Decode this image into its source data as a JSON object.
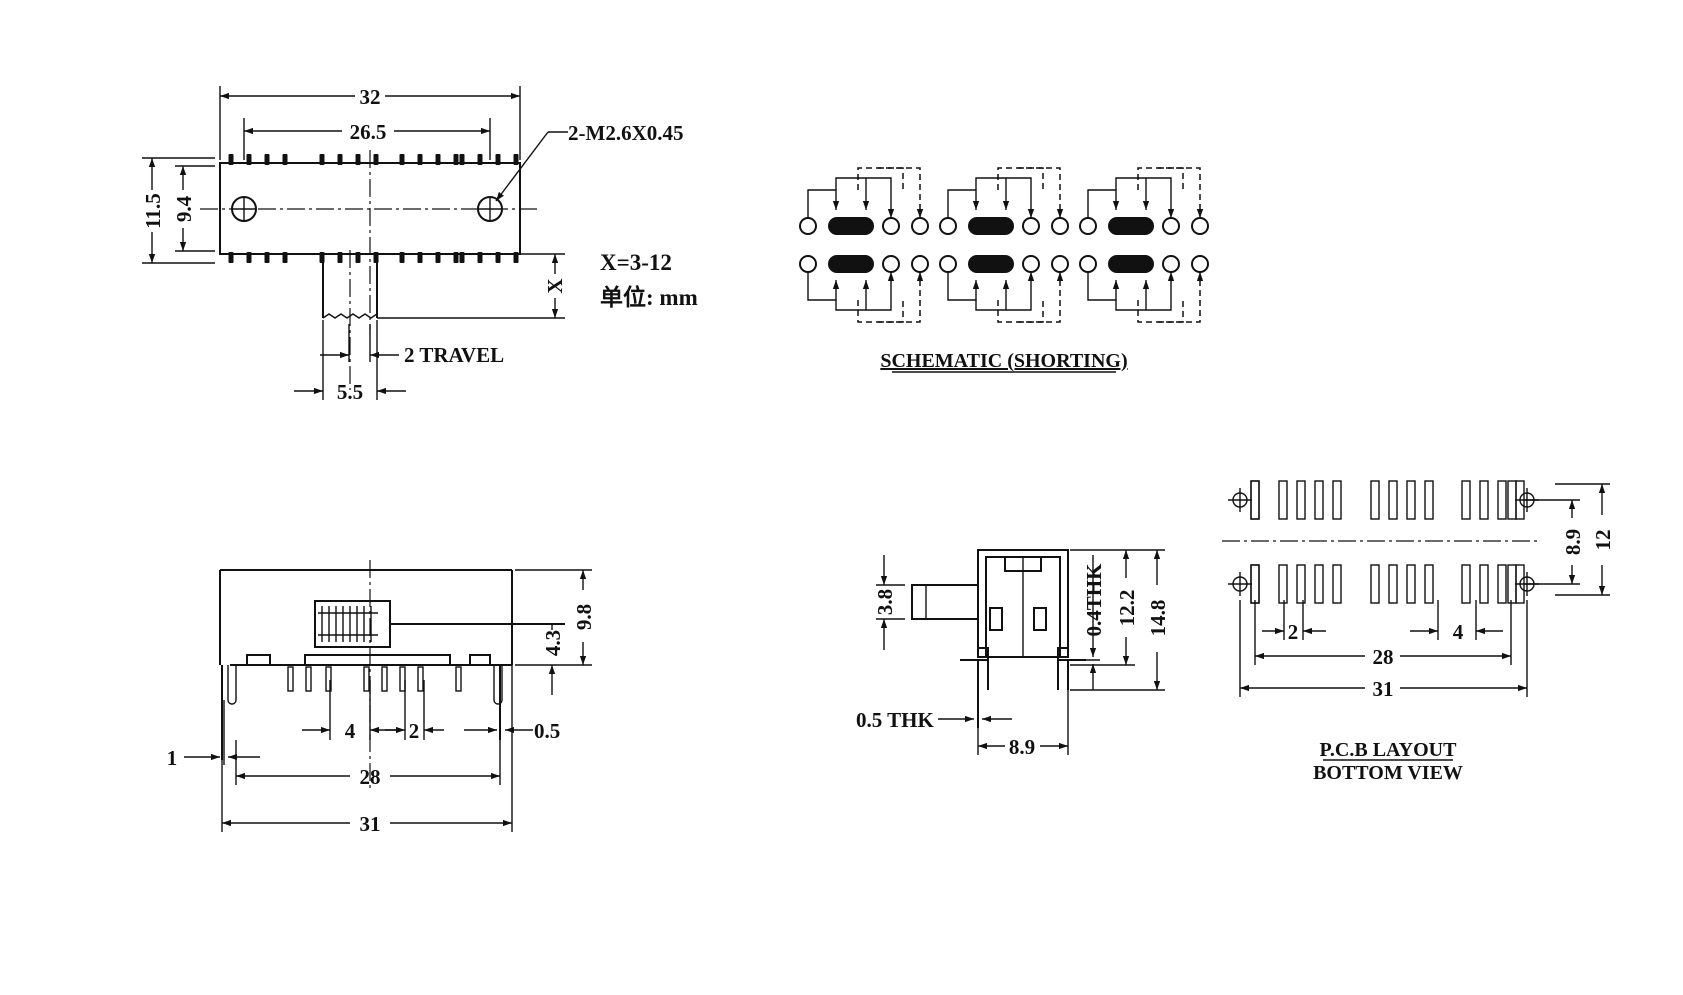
{
  "colors": {
    "ink": "#111111",
    "background": "#ffffff"
  },
  "top_view": {
    "dim_32": "32",
    "dim_26_5": "26.5",
    "dim_11_5": "11.5",
    "dim_9_4": "9.4",
    "mount_note": "2-M2.6X0.45",
    "dim_x": "X",
    "x_range": "X=3-12",
    "unit": "单位: mm",
    "travel": "2 TRAVEL",
    "dim_5_5": "5.5"
  },
  "schematic": {
    "title": "SCHEMATIC (SHORTING)"
  },
  "front_view": {
    "dim_9_8": "9.8",
    "dim_4_3": "4.3",
    "dim_4": "4",
    "dim_2": "2",
    "dim_0_5": "0.5",
    "dim_1": "1",
    "dim_28": "28",
    "dim_31": "31"
  },
  "side_view": {
    "dim_3_8": "3.8",
    "dim_0_4thk": "0.4THK",
    "dim_12_2": "12.2",
    "dim_14_8": "14.8",
    "dim_0_5thk": "0.5 THK",
    "dim_8_9": "8.9"
  },
  "pcb_layout": {
    "dim_8_9": "8.9",
    "dim_12": "12",
    "dim_2": "2",
    "dim_4": "4",
    "dim_28": "28",
    "dim_31": "31",
    "title_line1": "P.C.B LAYOUT",
    "title_line2": "BOTTOM VIEW"
  }
}
